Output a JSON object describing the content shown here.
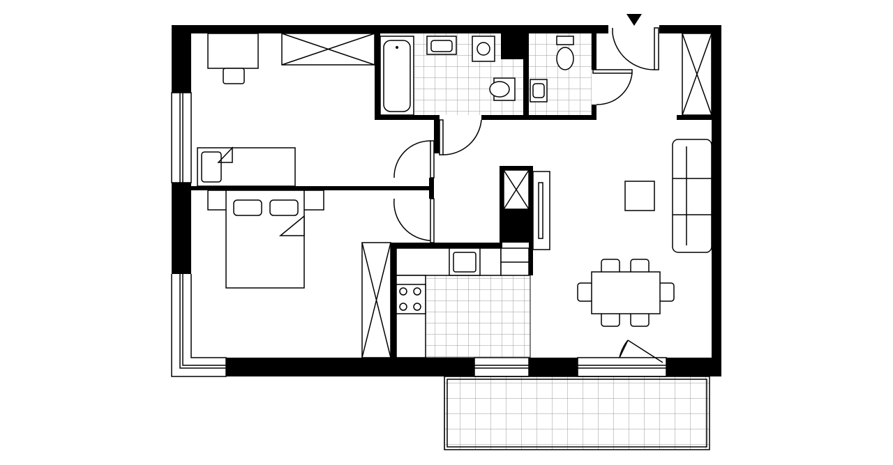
{
  "plan": {
    "type": "apartment-floor-plan",
    "colors": {
      "wall": "#000000",
      "background": "#ffffff",
      "tile": "#999999"
    },
    "rooms": [
      "bedroom-1",
      "bedroom-2",
      "bathroom",
      "wc",
      "hallway",
      "kitchen",
      "living-room",
      "balcony"
    ],
    "icons": [
      "entrance-arrow-icon"
    ]
  }
}
